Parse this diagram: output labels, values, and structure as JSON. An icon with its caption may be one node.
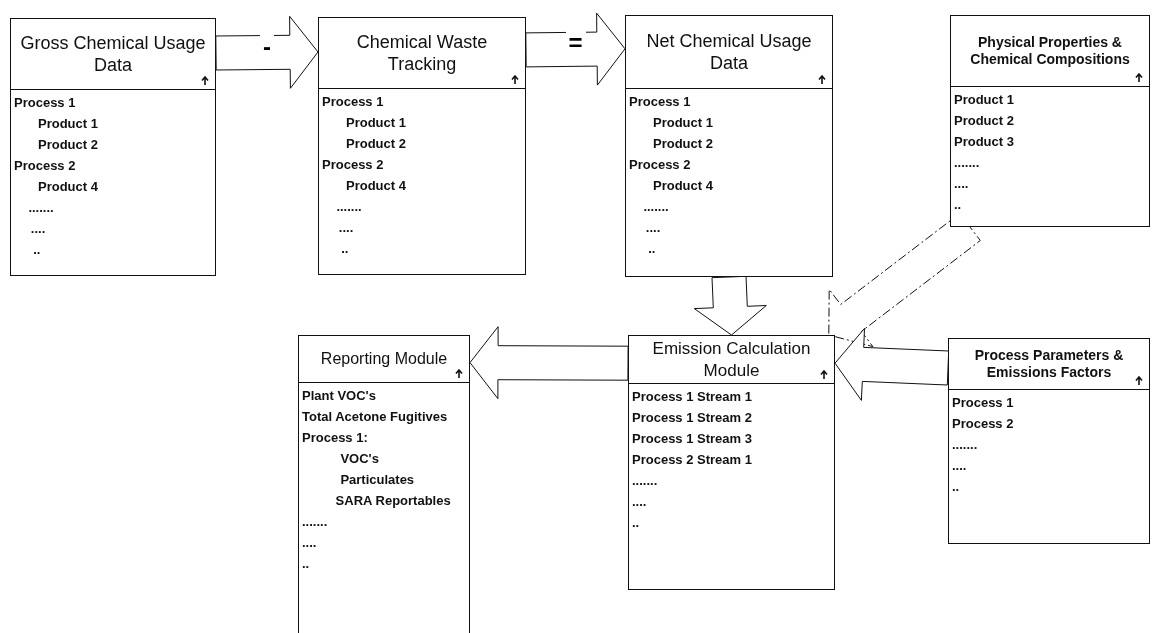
{
  "diagram": {
    "nodes": [
      {
        "text": [
          "Gross Chemical Usage Data",
          "Process 1",
          "Product 1",
          "Product 2",
          "Process 2",
          "Product 4",
          ".......",
          "....",
          ".."
        ]
      },
      {
        "text": [
          "Chemical Waste Tracking",
          "Process 1",
          "Product 1",
          "Product 2",
          "Process 2",
          "Product 4",
          ".......",
          "....",
          ".."
        ]
      },
      {
        "text": [
          "Net Chemical Usage Data",
          "Process 1",
          "Product 1",
          "Product 2",
          "Process 2",
          "Product 4",
          ".......",
          "....",
          ".."
        ]
      },
      {
        "text": [
          "Physical Properties & Chemical Compositions",
          "Product 1",
          "Product 2",
          "Product 3",
          ".......",
          "....",
          ".."
        ]
      },
      {
        "text": [
          "Reporting Module",
          "Plant VOC's",
          "Total Acetone Fugitives",
          "Process 1:",
          "VOC's",
          "Particulates",
          "SARA Reportables",
          ".......",
          "....",
          ".."
        ]
      },
      {
        "text": [
          "Emission Calculation Module",
          "Process 1 Stream 1",
          "Process 1 Stream 2",
          "Process 1 Stream 3",
          "Process 2 Stream 1",
          ".......",
          "....",
          ".."
        ]
      },
      {
        "text": [
          "Process Parameters & Emissions Factors",
          "Process 1",
          "Process 2",
          ".......",
          "....",
          ".."
        ]
      }
    ],
    "edges": [
      {
        "from": 0,
        "to": 1,
        "arrow": "to",
        "label": "-"
      },
      {
        "from": 1,
        "to": 2,
        "arrow": "to",
        "label": "="
      },
      {
        "from": 2,
        "to": 5,
        "arrow": "to"
      },
      {
        "from": 3,
        "to": 5,
        "arrow": "to",
        "style": "dashed"
      },
      {
        "from": 6,
        "to": 5,
        "arrow": "to"
      },
      {
        "from": 5,
        "to": 4,
        "arrow": "to"
      }
    ]
  }
}
